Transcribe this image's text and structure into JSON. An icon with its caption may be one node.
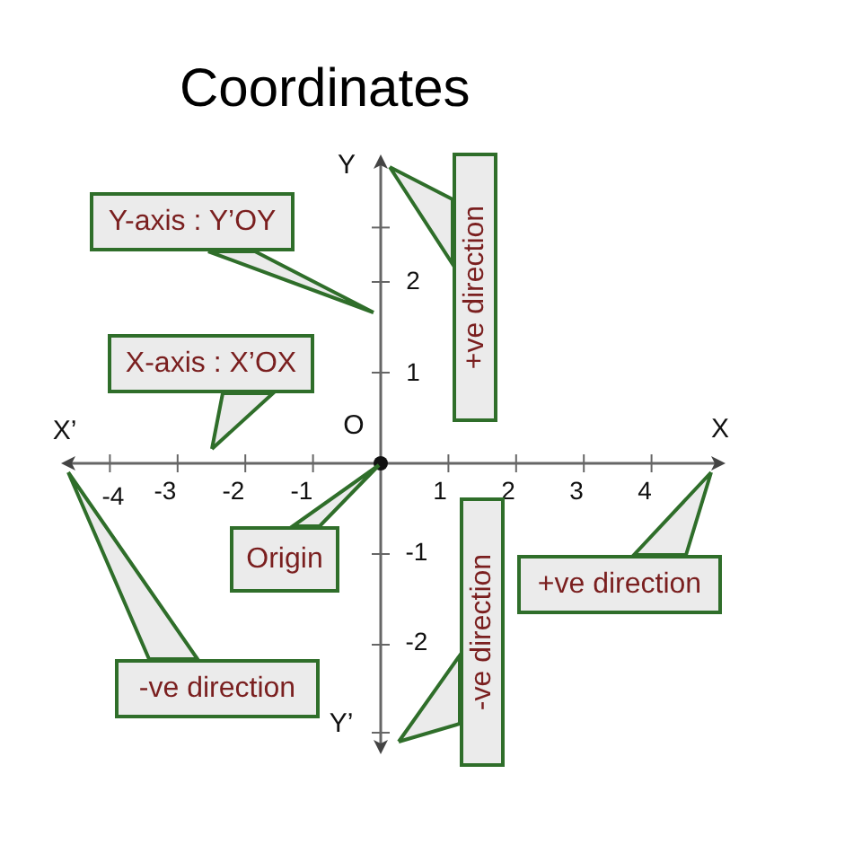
{
  "diagram": {
    "title": "Coordinates",
    "nodes": [
      {
        "text": [
          "Y-axis : Y’OY"
        ]
      },
      {
        "text": [
          "X-axis : X’OX"
        ]
      },
      {
        "text": [
          "+ve direction"
        ]
      },
      {
        "text": [
          "Origin"
        ]
      },
      {
        "text": [
          "-ve direction"
        ]
      },
      {
        "text": [
          "-ve direction"
        ]
      },
      {
        "text": [
          "+ve direction"
        ]
      }
    ],
    "edges": [
      {
        "from": 0,
        "to": null,
        "arrow": "none"
      },
      {
        "from": 1,
        "to": null,
        "arrow": "none"
      },
      {
        "from": 2,
        "to": null,
        "arrow": "none"
      },
      {
        "from": 3,
        "to": null,
        "arrow": "none"
      },
      {
        "from": 4,
        "to": null,
        "arrow": "none"
      },
      {
        "from": 5,
        "to": null,
        "arrow": "none"
      },
      {
        "from": 6,
        "to": null,
        "arrow": "none"
      }
    ],
    "labels": [
      "Y",
      "2",
      "1",
      "X’",
      "O",
      "X",
      "-4",
      "-3",
      "-2",
      "-1",
      "1",
      "2",
      "3",
      "4",
      "-1",
      "-2",
      "Y’"
    ]
  }
}
